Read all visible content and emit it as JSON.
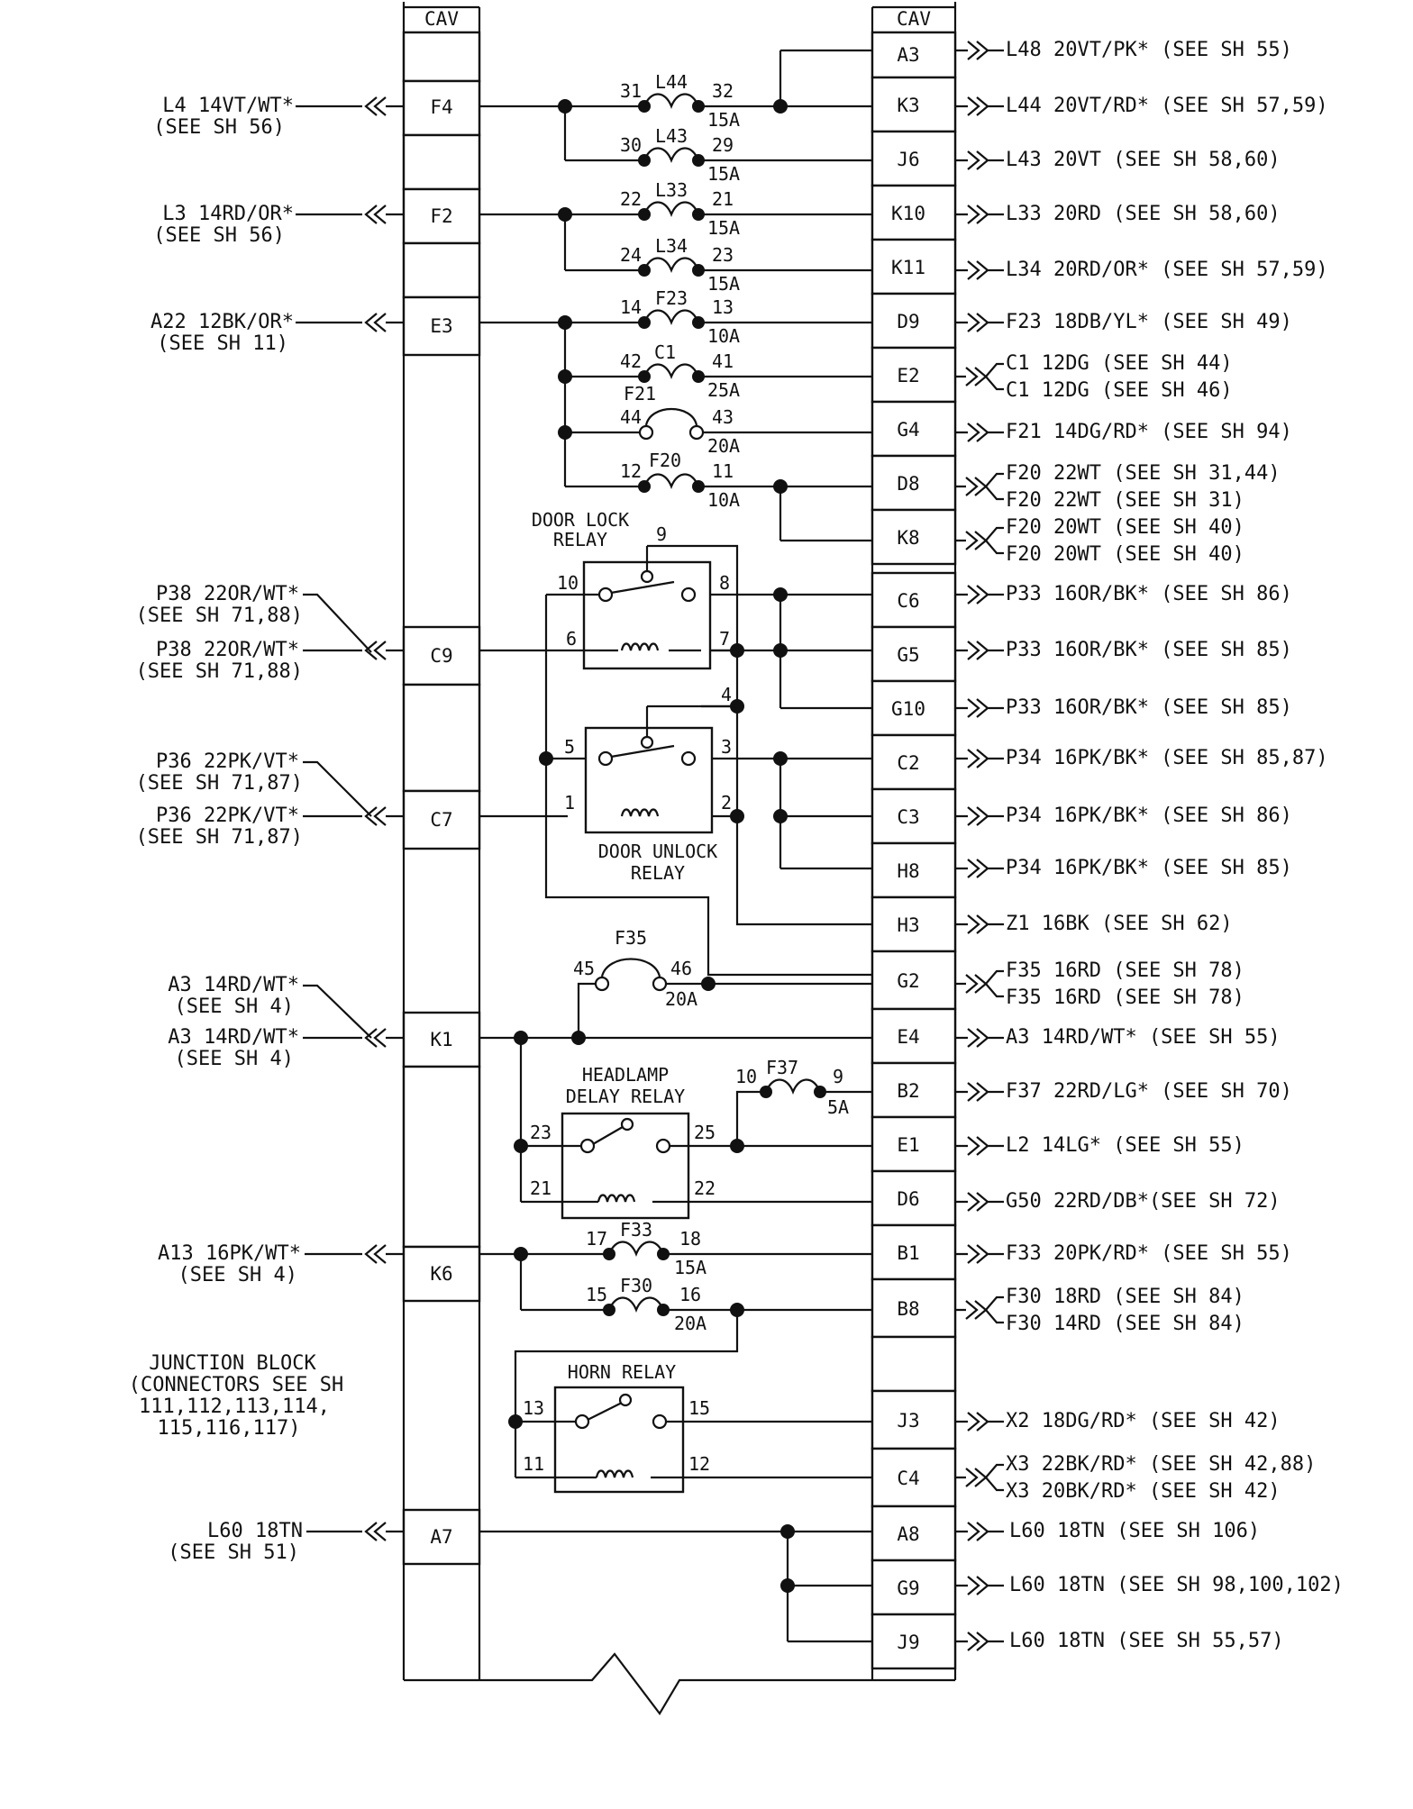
{
  "header": {
    "left_cav": "CAV",
    "right_cav": "CAV"
  },
  "left_cavities": [
    {
      "id": "F4",
      "label": "L4 14VT/WT*",
      "ref": "(SEE SH 56)"
    },
    {
      "id": "F2",
      "label": "L3 14RD/OR*",
      "ref": "(SEE SH 56)"
    },
    {
      "id": "E3",
      "label": "A22 12BK/OR*",
      "ref": "(SEE SH 11)"
    },
    {
      "id": "C9",
      "label_a": "P38 22OR/WT*",
      "ref_a": "(SEE SH 71,88)",
      "label_b": "P38 22OR/WT*",
      "ref_b": "(SEE SH 71,88)"
    },
    {
      "id": "C7",
      "label_a": "P36 22PK/VT*",
      "ref_a": "(SEE SH 71,87)",
      "label_b": "P36 22PK/VT*",
      "ref_b": "(SEE SH 71,87)"
    },
    {
      "id": "K1",
      "label_a": "A3 14RD/WT*",
      "ref_a": "(SEE SH 4)",
      "label_b": "A3 14RD/WT*",
      "ref_b": "(SEE SH 4)"
    },
    {
      "id": "K6",
      "label": "A13 16PK/WT*",
      "ref": "(SEE SH 4)"
    },
    {
      "id": "A7",
      "label": "L60 18TN",
      "ref": "(SEE SH 51)"
    }
  ],
  "right_cavities": [
    {
      "id": "A3",
      "lines": [
        "L48 20VT/PK* (SEE SH 55)"
      ]
    },
    {
      "id": "K3",
      "lines": [
        "L44 20VT/RD* (SEE SH 57,59)"
      ]
    },
    {
      "id": "J6",
      "lines": [
        "L43 20VT (SEE SH 58,60)"
      ]
    },
    {
      "id": "K10",
      "lines": [
        "L33 20RD (SEE SH 58,60)"
      ]
    },
    {
      "id": "K11",
      "lines": [
        "L34 20RD/OR* (SEE SH 57,59)"
      ]
    },
    {
      "id": "D9",
      "lines": [
        "F23 18DB/YL* (SEE SH 49)"
      ]
    },
    {
      "id": "E2",
      "lines": [
        "C1 12DG (SEE SH 44)",
        "C1 12DG (SEE SH 46)"
      ]
    },
    {
      "id": "G4",
      "lines": [
        "F21 14DG/RD* (SEE SH 94)"
      ]
    },
    {
      "id": "D8",
      "lines": [
        "F20 22WT (SEE SH 31,44)",
        "F20 22WT (SEE SH 31)"
      ]
    },
    {
      "id": "K8",
      "lines": [
        "F20 20WT (SEE SH 40)",
        "F20 20WT (SEE SH 40)"
      ]
    },
    {
      "id": "C6",
      "lines": [
        "P33 16OR/BK* (SEE SH 86)"
      ]
    },
    {
      "id": "G5",
      "lines": [
        "P33 16OR/BK* (SEE SH 85)"
      ]
    },
    {
      "id": "G10",
      "lines": [
        "P33 16OR/BK* (SEE SH 85)"
      ]
    },
    {
      "id": "C2",
      "lines": [
        "P34 16PK/BK* (SEE SH 85,87)"
      ]
    },
    {
      "id": "C3",
      "lines": [
        "P34 16PK/BK* (SEE SH 86)"
      ]
    },
    {
      "id": "H8",
      "lines": [
        "P34 16PK/BK* (SEE SH 85)"
      ]
    },
    {
      "id": "H3",
      "lines": [
        "Z1 16BK (SEE SH 62)"
      ]
    },
    {
      "id": "G2",
      "lines": [
        "F35 16RD (SEE SH 78)",
        "F35 16RD (SEE SH 78)"
      ]
    },
    {
      "id": "E4",
      "lines": [
        "A3 14RD/WT* (SEE SH 55)"
      ]
    },
    {
      "id": "B2",
      "lines": [
        "F37 22RD/LG* (SEE SH 70)"
      ]
    },
    {
      "id": "E1",
      "lines": [
        "L2 14LG* (SEE SH 55)"
      ]
    },
    {
      "id": "D6",
      "lines": [
        "G50 22RD/DB*(SEE SH 72)"
      ]
    },
    {
      "id": "B1",
      "lines": [
        "F33 20PK/RD* (SEE SH 55)"
      ]
    },
    {
      "id": "B8",
      "lines": [
        "F30 18RD (SEE SH 84)",
        "F30 14RD (SEE SH 84)"
      ]
    },
    {
      "id": "J3",
      "lines": [
        "X2 18DG/RD* (SEE SH 42)"
      ]
    },
    {
      "id": "C4",
      "lines": [
        "X3 22BK/RD* (SEE SH 42,88)",
        "X3 20BK/RD* (SEE SH 42)"
      ]
    },
    {
      "id": "A8",
      "lines": [
        "L60 18TN (SEE SH 106)"
      ]
    },
    {
      "id": "G9",
      "lines": [
        "L60 18TN (SEE SH 98,100,102)"
      ]
    },
    {
      "id": "J9",
      "lines": [
        "L60 18TN (SEE SH 55,57)"
      ]
    }
  ],
  "fuses": [
    {
      "id": "L44",
      "pin_in": "31",
      "pin_out": "32",
      "rating": "15A"
    },
    {
      "id": "L43",
      "pin_in": "30",
      "pin_out": "29",
      "rating": "15A"
    },
    {
      "id": "L33",
      "pin_in": "22",
      "pin_out": "21",
      "rating": "15A"
    },
    {
      "id": "L34",
      "pin_in": "24",
      "pin_out": "23",
      "rating": "15A"
    },
    {
      "id": "F23",
      "pin_in": "14",
      "pin_out": "13",
      "rating": "10A"
    },
    {
      "id": "C1",
      "pin_in": "42",
      "pin_out": "41",
      "rating": "25A"
    },
    {
      "id": "F21",
      "pin_in": "44",
      "pin_out": "43",
      "rating": "20A"
    },
    {
      "id": "F20",
      "pin_in": "12",
      "pin_out": "11",
      "rating": "10A"
    },
    {
      "id": "F35",
      "pin_in": "45",
      "pin_out": "46",
      "rating": "20A"
    },
    {
      "id": "F37",
      "pin_in": "10",
      "pin_out": "9",
      "rating": "5A"
    },
    {
      "id": "F33",
      "pin_in": "17",
      "pin_out": "18",
      "rating": "15A"
    },
    {
      "id": "F30",
      "pin_in": "15",
      "pin_out": "16",
      "rating": "20A"
    }
  ],
  "relays": {
    "door_lock": {
      "title": [
        "DOOR LOCK",
        "RELAY"
      ],
      "pins": [
        "9",
        "10",
        "8",
        "6",
        "7"
      ]
    },
    "door_unlock": {
      "title": [
        "DOOR UNLOCK",
        "RELAY"
      ],
      "pins": [
        "4",
        "5",
        "3",
        "1",
        "2"
      ]
    },
    "headlamp": {
      "title": [
        "HEADLAMP",
        "DELAY RELAY"
      ],
      "pins": [
        "23",
        "25",
        "21",
        "22"
      ]
    },
    "horn": {
      "title": [
        "HORN RELAY"
      ],
      "pins": [
        "13",
        "15",
        "11",
        "12"
      ]
    }
  },
  "junction_note": [
    "JUNCTION BLOCK",
    "(CONNECTORS SEE SH",
    "111,112,113,114,",
    "115,116,117)"
  ]
}
